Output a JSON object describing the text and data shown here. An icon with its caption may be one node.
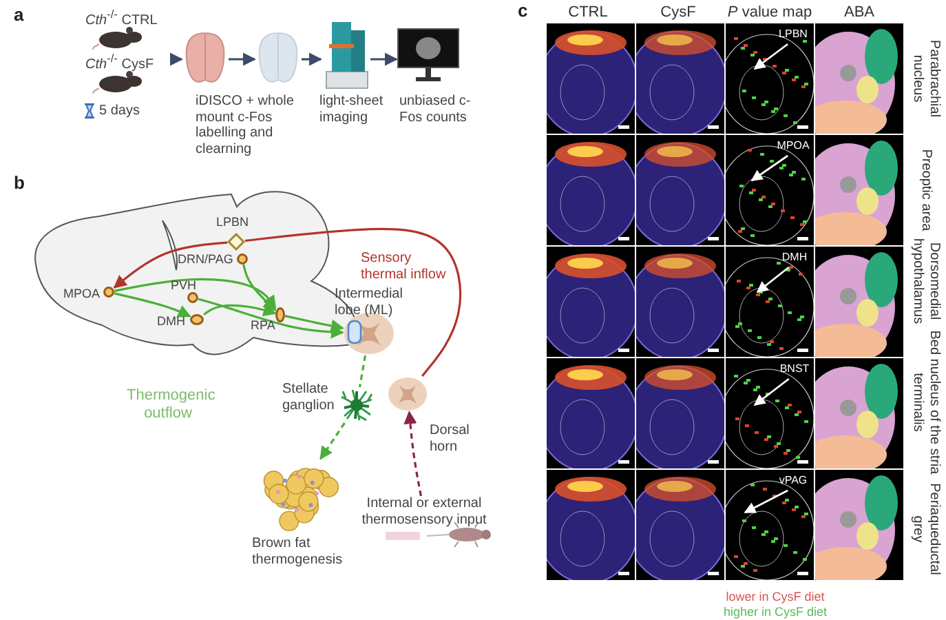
{
  "diagram": {
    "nodes": [
      {
        "text": [
          "*Cth*$^{-/-}$ CTRL",
          "*Cth*$^{-/-}$ CysF"
        ],
        "beside": [
          "5 days"
        ]
      },
      {
        "text": [],
        "shape": "picture"
      },
      {
        "text": [],
        "shape": "picture",
        "beside": [
          "iDISCO + whole mount c-Fos labelling and clearning"
        ]
      },
      {
        "text": [],
        "shape": "picture",
        "beside": [
          "light-sheet imaging"
        ]
      },
      {
        "text": [],
        "shape": "picture",
        "beside": [
          "unbiased c-Fos counts"
        ]
      },
      {
        "text": [],
        "shape": "diamond",
        "beside": [
          "LPBN"
        ]
      },
      {
        "text": [],
        "shape": "circle",
        "beside": [
          "DRN/PAG"
        ]
      },
      {
        "text": [],
        "shape": "circle",
        "beside": [
          "MPOA"
        ]
      },
      {
        "text": [],
        "shape": "circle",
        "beside": [
          "PVH"
        ]
      },
      {
        "text": [],
        "shape": "circle",
        "beside": [
          "DMH"
        ]
      },
      {
        "text": [],
        "shape": "circle",
        "beside": [
          "RPA"
        ]
      },
      {
        "text": [],
        "shape": "picture",
        "beside": [
          "Intermedial lobe (ML)"
        ]
      },
      {
        "text": [],
        "shape": "picture",
        "beside": [
          "Stellate ganglion"
        ]
      },
      {
        "text": [],
        "shape": "picture",
        "beside": [
          "Dorsal horn"
        ]
      },
      {
        "text": [],
        "shape": "picture",
        "beside": [
          "Brown fat thermogenesis"
        ]
      },
      {
        "text": [
          "Internal or external thermosensory input"
        ]
      },
      {
        "text": [],
        "shape": "picture"
      },
      {
        "text": [
          "LPBN"
        ],
        "in": 16
      },
      {
        "text": [],
        "shape": "picture"
      },
      {
        "text": [
          "MPOA"
        ],
        "in": 18
      },
      {
        "text": [],
        "shape": "picture"
      },
      {
        "text": [
          "DMH"
        ],
        "in": 20
      },
      {
        "text": [],
        "shape": "picture"
      },
      {
        "text": [
          "BNST"
        ],
        "in": 22
      },
      {
        "text": [],
        "shape": "picture"
      },
      {
        "text": [
          "vPAG"
        ],
        "in": 24
      }
    ],
    "edges": [
      {
        "from": 0,
        "to": 1,
        "arrow": "to",
        "color": "#3d4a6b"
      },
      {
        "from": 1,
        "to": 2,
        "arrow": "to",
        "color": "#3d4a6b"
      },
      {
        "from": 2,
        "to": 3,
        "arrow": "to",
        "color": "#3d4a6b"
      },
      {
        "from": 3,
        "to": 4,
        "arrow": "to",
        "color": "#3d4a6b"
      },
      {
        "from": 13,
        "to": 5,
        "arrow": "none",
        "color": "#b3342d"
      },
      {
        "from": 5,
        "to": 7,
        "arrow": "to",
        "color": "#b3342d"
      },
      {
        "from": 7,
        "to": 10,
        "arrow": "to"
      },
      {
        "from": 7,
        "to": 9,
        "arrow": "to"
      },
      {
        "from": 9,
        "to": 10,
        "arrow": "to"
      },
      {
        "from": 8,
        "to": 11,
        "arrow": "to"
      },
      {
        "from": 6,
        "to": 10,
        "arrow": "to"
      },
      {
        "from": 10,
        "to": 11,
        "arrow": "to"
      },
      {
        "from": 11,
        "to": 12,
        "arrow": "none",
        "style": "dashed"
      },
      {
        "from": 12,
        "to": 14,
        "arrow": "to",
        "style": "dashed"
      },
      {
        "from": 15,
        "to": 13,
        "arrow": "to",
        "style": "dashed",
        "color": "#8c2543"
      },
      {
        "from": 17,
        "to": 16,
        "arrow": "to",
        "color": "#ffffff"
      },
      {
        "from": 19,
        "to": 18,
        "arrow": "to",
        "color": "#ffffff"
      },
      {
        "from": 21,
        "to": 20,
        "arrow": "to",
        "color": "#ffffff"
      },
      {
        "from": 23,
        "to": 22,
        "arrow": "to",
        "color": "#ffffff"
      },
      {
        "from": 25,
        "to": 24,
        "arrow": "to",
        "color": "#ffffff"
      }
    ],
    "labels": [
      "a",
      "b",
      "Sensory thermal inflow",
      "Thermogenic outflow",
      "c",
      "CTRL",
      "CysF",
      "*P* value map",
      "ABA",
      "Parabrachial nucleus",
      "Preoptic area",
      "Dorsomedial hypothalamus",
      "Bed nucleus of the stria terminalis",
      "Periaqueductal grey"
    ],
    "legend": [
      {
        "text": "lower in CysF diet",
        "color": "#d9534f"
      },
      {
        "text": "higher in CysF diet",
        "color": "#5cb85c"
      }
    ]
  }
}
